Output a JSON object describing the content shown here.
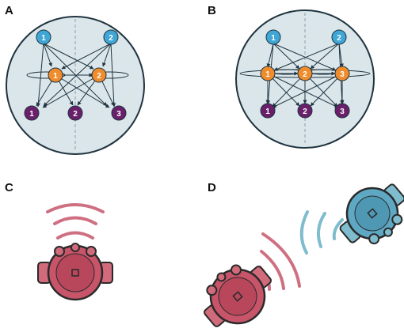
{
  "panels": [
    {
      "letter": "A",
      "inputs": [
        "1",
        "2"
      ],
      "hidden": [
        "1",
        "2"
      ],
      "outputs": [
        "1",
        "2",
        "3"
      ]
    },
    {
      "letter": "B",
      "inputs": [
        "1",
        "2"
      ],
      "hidden": [
        "1",
        "2",
        "3"
      ],
      "outputs": [
        "1",
        "2",
        "3"
      ]
    },
    {
      "letter": "C"
    },
    {
      "letter": "D"
    }
  ],
  "colors": {
    "input_node": "#3fa6d6",
    "hidden_node": "#f08c2c",
    "output_node": "#6a1f6a",
    "circle_fill": "#dbe6ea",
    "circle_stroke": "#1f3440",
    "edge": "#1f3440",
    "robot_red": "#c8546a",
    "robot_blue": "#5fa8c4",
    "wave_red": "#cf6f82",
    "wave_blue": "#7fbccd"
  }
}
